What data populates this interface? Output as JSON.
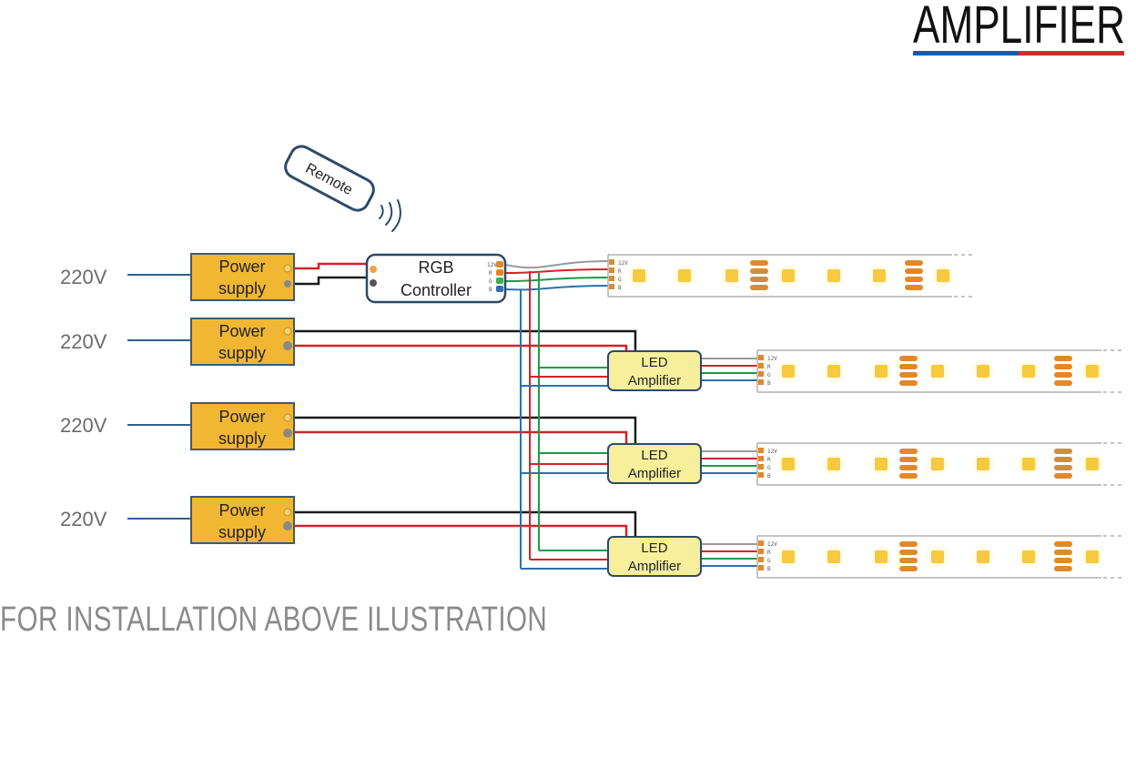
{
  "logo": {
    "text": "AMPLIFIER",
    "underline_colors": [
      "#1a5aa8",
      "#d42a2a"
    ]
  },
  "remote": {
    "label": "Remote"
  },
  "controller": {
    "line1": "RGB",
    "line2": "Controller",
    "pins": [
      "12V",
      "R",
      "G",
      "B"
    ]
  },
  "power_supplies": [
    {
      "voltage": "220V",
      "line1": "Power",
      "line2": "supply"
    },
    {
      "voltage": "220V",
      "line1": "Power",
      "line2": "supply"
    },
    {
      "voltage": "220V",
      "line1": "Power",
      "line2": "supply"
    },
    {
      "voltage": "220V",
      "line1": "Power",
      "line2": "supply"
    }
  ],
  "amplifiers": [
    {
      "line1": "LED",
      "line2": "Amplifier"
    },
    {
      "line1": "LED",
      "line2": "Amplifier"
    },
    {
      "line1": "LED",
      "line2": "Amplifier"
    }
  ],
  "strip_pins": [
    "12V",
    "R",
    "G",
    "B"
  ],
  "caption": "FOR INSTALLATION ABOVE ILUSTRATION",
  "colors": {
    "supply_fill": "#f1b733",
    "supply_border": "#3d5a78",
    "mains_wire": "#2f5f8a",
    "wire_red": "#d0232a",
    "wire_black": "#1a1a1a",
    "wire_green": "#1e9a4a",
    "wire_blue": "#2d6fb0",
    "wire_gray": "#9a9a9a",
    "led_chip": "#f6c93e",
    "resistor": "#e0892a",
    "amp_fill": "#f7ef9a"
  }
}
